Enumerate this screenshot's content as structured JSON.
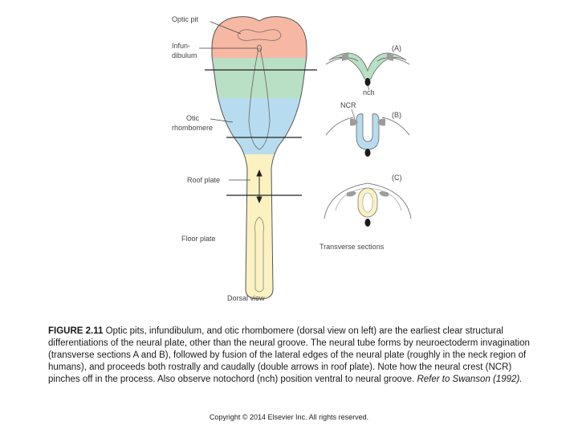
{
  "labels": {
    "optic_pit": "Optic pit",
    "infundibulum_line1": "Infun-",
    "infundibulum_line2": "dibulum",
    "otic_line1": "Otic",
    "otic_line2": "rhombomere",
    "roof_plate": "Roof plate",
    "floor_plate": "Floor plate",
    "dorsal_view": "Dorsal view",
    "section_a": "(A)",
    "section_b": "(B)",
    "section_c": "(C)",
    "nch": "nch",
    "ncr": "NCR",
    "transverse_sections": "Transverse sections"
  },
  "colors": {
    "forebrain": "#f6b8a3",
    "midbrain": "#b9dfc4",
    "hindbrain": "#b7dcef",
    "spinal": "#fbf1c1",
    "neural_crest": "#9c9c9c",
    "notochord": "#1a1a1a"
  },
  "caption": {
    "figure_number": "FIGURE 2.11",
    "text": "Optic pits, infundibulum, and otic rhombomere (dorsal view on left) are the earliest clear structural differentiations of the neural plate, other than the neural groove. The neural tube forms by neuroectoderm invagination (transverse sections A and B), followed by fusion of the lateral edges of the neural plate (roughly in the neck region of humans), and proceeds both rostrally and caudally (double arrows in roof plate). Note how the neural crest (NCR) pinches off in the process. Also observe notochord (nch) position ventral to neural groove.",
    "reference": "Refer to Swanson (1992)."
  },
  "copyright": "Copyright © 2014 Elsevier Inc. All rights reserved."
}
